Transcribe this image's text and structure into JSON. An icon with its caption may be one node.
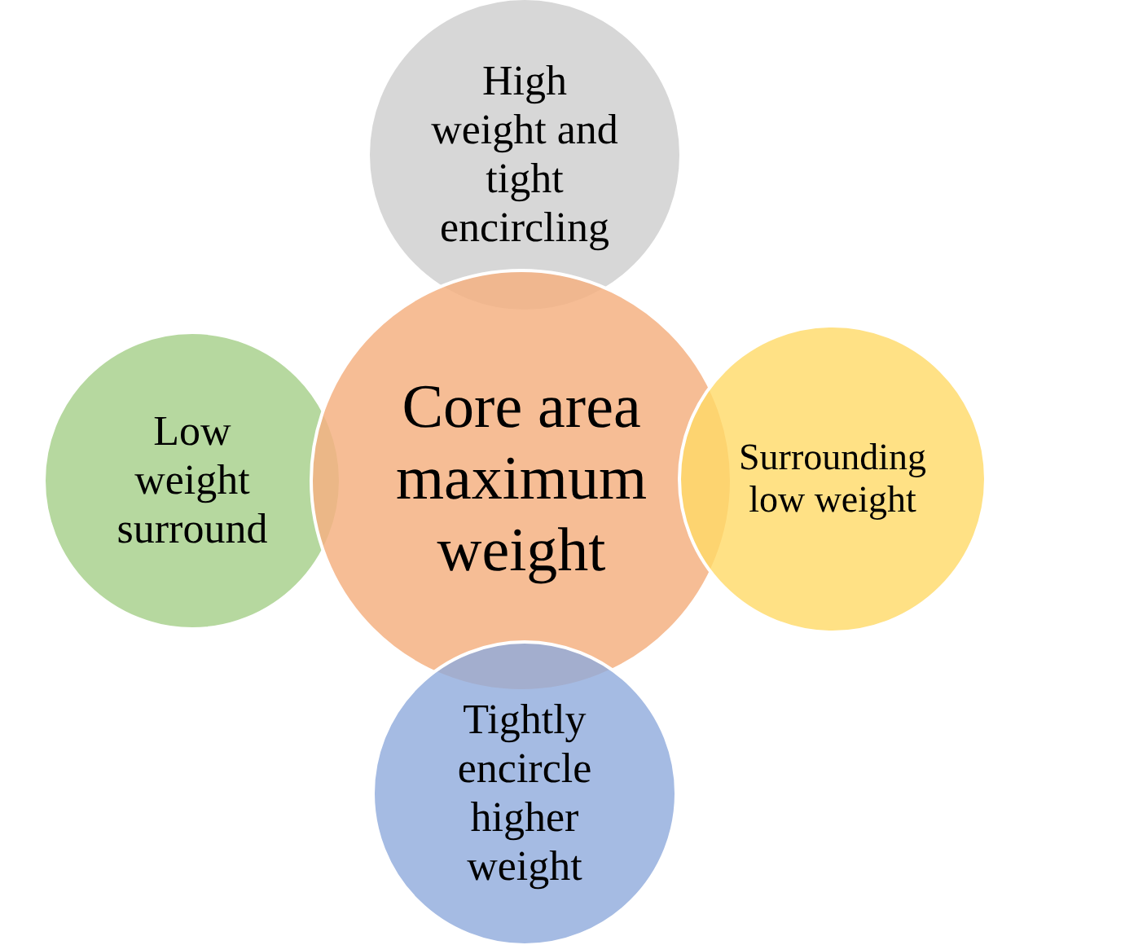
{
  "diagram": {
    "nodes": [
      {
        "text": [
          "High weight and tight encircling"
        ]
      },
      {
        "text": [
          "Low weight surround"
        ]
      },
      {
        "text": [
          "Core area maximum weight"
        ]
      },
      {
        "text": [
          "Surrounding low weight"
        ]
      },
      {
        "text": [
          "Tightly encircle higher weight"
        ]
      }
    ]
  }
}
